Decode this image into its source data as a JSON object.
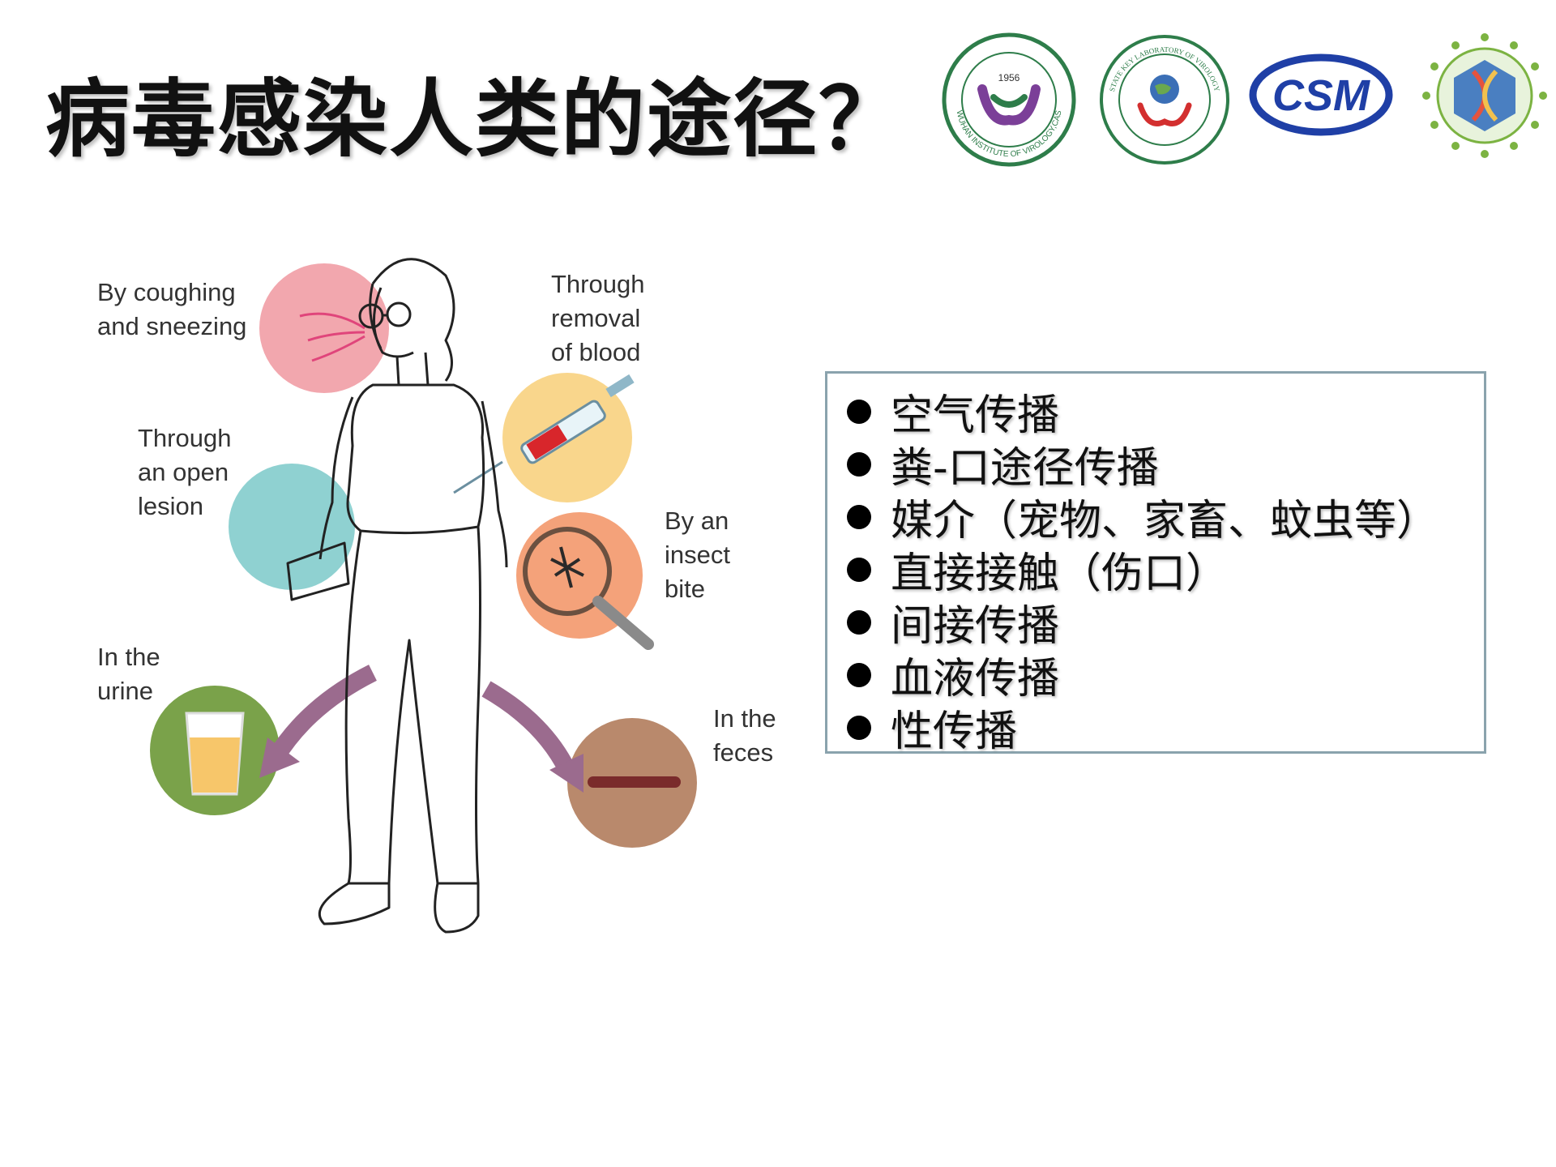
{
  "slide": {
    "title": "病毒感染人类的途径？"
  },
  "logos": [
    {
      "icon": "wuhan-institute-of-virology-logo",
      "text": "WUHAN INSTITUTE OF VIROLOGY,CAS",
      "year": "1956",
      "color": "#2e7d4a"
    },
    {
      "icon": "state-key-laboratory-of-virology-logo",
      "text": "STATE KEY LABORATORY OF VIROLOGY",
      "color": "#2e7d4a"
    },
    {
      "icon": "csm-logo",
      "text": "CSM",
      "color": "#1f3fa6"
    },
    {
      "icon": "dna-hexagon-logo",
      "color": "#7cb342"
    }
  ],
  "illustration": {
    "routes": [
      {
        "label": "By coughing\nand sneezing",
        "color": "#f2a7ae"
      },
      {
        "label": "Through\nremoval\nof blood",
        "color": "#f9d68c"
      },
      {
        "label": "Through\nan open\nlesion",
        "color": "#8fd1d1"
      },
      {
        "label": "By an\ninsect\nbite",
        "color": "#f4a27a"
      },
      {
        "label": "In the\nurine",
        "color": "#7aa24a"
      },
      {
        "label": "In the\nfeces",
        "color": "#b9896c"
      }
    ],
    "arrow_color": "#9b6b8e"
  },
  "bullets": [
    "空气传播",
    "粪-口途径传播",
    "媒介（宠物、家畜、蚊虫等）",
    "直接接触（伤口）",
    "间接传播",
    "血液传播",
    "性传播"
  ]
}
